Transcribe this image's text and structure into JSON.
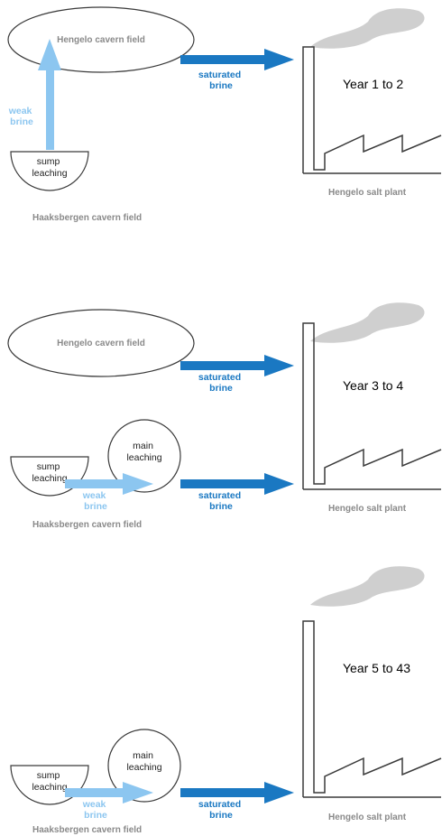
{
  "panels": [
    {
      "year_label": "Year 1 to 2",
      "cavern_field": "Hengelo cavern field",
      "saturated_top": [
        "saturated",
        "brine"
      ],
      "weak_vertical": [
        "weak",
        "brine"
      ],
      "sump": [
        "sump",
        "leaching"
      ],
      "plant": "Hengelo salt plant",
      "haaksbergen": "Haaksbergen cavern field"
    },
    {
      "year_label": "Year 3 to 4",
      "cavern_field": "Hengelo cavern field",
      "saturated_top": [
        "saturated",
        "brine"
      ],
      "main": [
        "main",
        "leaching"
      ],
      "sump": [
        "sump",
        "leaching"
      ],
      "weak_horizontal": [
        "weak",
        "brine"
      ],
      "saturated_bottom": [
        "saturated",
        "brine"
      ],
      "plant": "Hengelo salt plant",
      "haaksbergen": "Haaksbergen cavern field"
    },
    {
      "year_label": "Year 5 to 43",
      "main": [
        "main",
        "leaching"
      ],
      "sump": [
        "sump",
        "leaching"
      ],
      "weak_horizontal": [
        "weak",
        "brine"
      ],
      "saturated_bottom": [
        "saturated",
        "brine"
      ],
      "plant": "Hengelo salt plant",
      "haaksbergen": "Haaksbergen cavern field"
    }
  ],
  "colors": {
    "saturated_arrow": "#1a78c2",
    "weak_arrow": "#8cc6f0",
    "smoke": "#cfcfcf",
    "outline": "#3a3a3a",
    "gray_label": "#8a8a8a"
  }
}
